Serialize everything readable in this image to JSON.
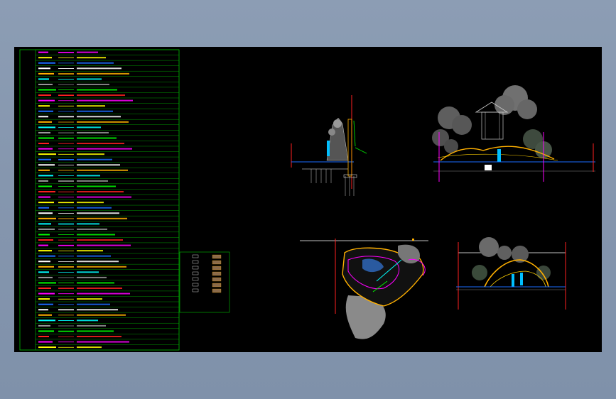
{
  "colors": {
    "background": "#8c9db4",
    "model_space": "#000000",
    "table_border": "#00c000",
    "cyan": "#00ffff",
    "yellow": "#ffff00",
    "magenta": "#ff00ff",
    "orange": "#ffb000",
    "red": "#ff2020",
    "blue": "#1a6cff",
    "gray": "#9a9a9a"
  },
  "drawing": {
    "layer_table": {
      "rows": 56
    },
    "hatch_legend": {
      "rows": 7
    },
    "views": [
      {
        "id": "section-left"
      },
      {
        "id": "elevation-pavilion"
      },
      {
        "id": "site-plan"
      },
      {
        "id": "elevation-rockery"
      }
    ]
  }
}
